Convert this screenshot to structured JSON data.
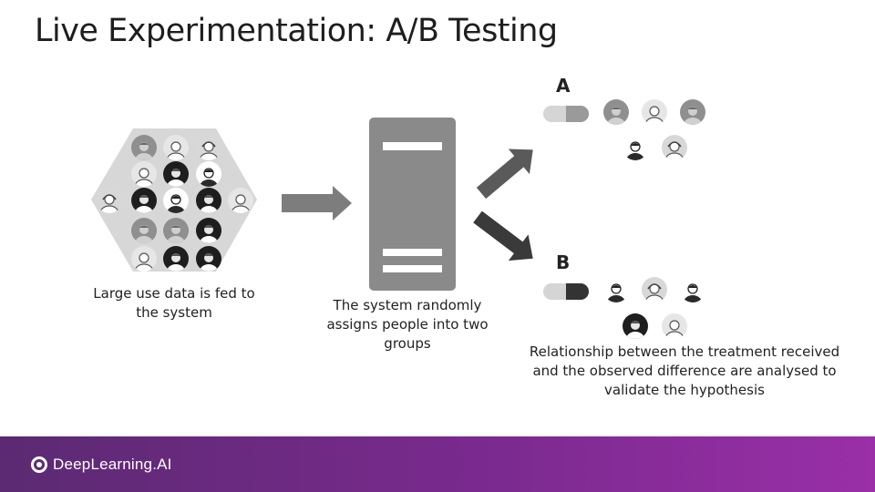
{
  "slide": {
    "title": "Live Experimentation: A/B Testing"
  },
  "captions": {
    "input": "Large use data is fed to the system",
    "system": "The system randomly assigns people into two groups",
    "analysis": "Relationship between the treatment received and the observed difference are analysed to validate the hypothesis"
  },
  "groups": {
    "a_label": "A",
    "b_label": "B"
  },
  "brand": {
    "name": "DeepLearning.AI"
  },
  "colors": {
    "footer_start": "#5b2a72",
    "footer_end": "#9a2fa8",
    "hexagon": "#d7d7d7",
    "server": "#8a8a8a",
    "arrow_mid": "#7d7d7d",
    "arrow_up": "#5a5a5a",
    "arrow_down": "#3a3a3a"
  },
  "icons": {
    "crowd": [
      "user-avatar-icon",
      "user-avatar-icon",
      "user-avatar-icon",
      "user-avatar-icon",
      "user-avatar-icon",
      "user-avatar-icon",
      "user-avatar-icon",
      "user-avatar-icon",
      "user-avatar-icon",
      "user-avatar-icon",
      "user-avatar-icon",
      "user-avatar-icon",
      "user-avatar-icon",
      "user-avatar-icon",
      "user-avatar-icon",
      "user-avatar-icon",
      "user-avatar-icon",
      "user-avatar-icon"
    ],
    "treatment": "pill-icon",
    "server": "server-icon"
  }
}
